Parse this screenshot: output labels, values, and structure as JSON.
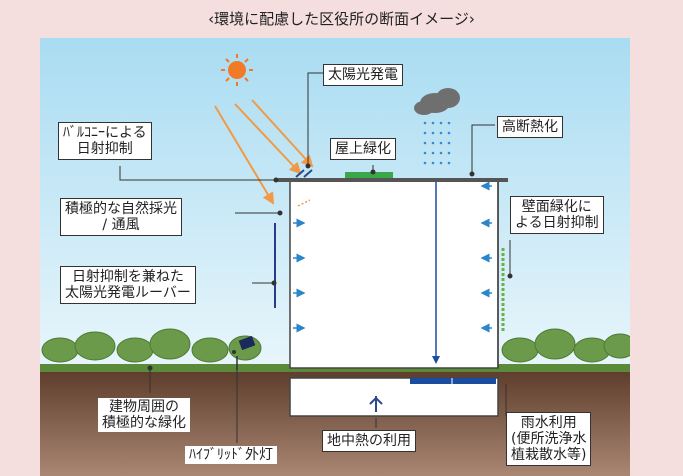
{
  "title": "‹環境に配慮した区役所の断面イメージ›",
  "labels": {
    "solar_power": "太陽光発電",
    "balcony_line1": "ﾊﾞﾙｺﾆｰによる",
    "balcony_line2": "日射抑制",
    "rooftop_green": "屋上緑化",
    "high_insulation": "高断熱化",
    "natural_light_line1": "積極的な自然採光",
    "natural_light_line2": "/ 通風",
    "wall_green_line1": "壁面緑化に",
    "wall_green_line2": "よる日射抑制",
    "louver_line1": "日射抑制を兼ねた",
    "louver_line2": "太陽光発電ルーバー",
    "surround_green_line1": "建物周囲の",
    "surround_green_line2": "積極的な緑化",
    "geothermal": "地中熱の利用",
    "rainwater_line1": "雨水利用",
    "rainwater_line2": "(便所洗浄水",
    "rainwater_line3": "植栽散水等)",
    "hybrid_light": "ﾊｲﾌﾞﾘｯﾄﾞ外灯"
  },
  "colors": {
    "background": "#f5dede",
    "sky": "#c7e8f6",
    "ground": "#6e4a35",
    "sun": "#f07a28",
    "arrows_sun": "#f09a45",
    "air_arrows": "#2a86c8",
    "water": "#1a4da0",
    "roof_green": "#3aa84a"
  },
  "icons": [
    "sun-icon",
    "cloud-icon",
    "rain-icon",
    "solar-panel-icon",
    "lamp-icon"
  ]
}
